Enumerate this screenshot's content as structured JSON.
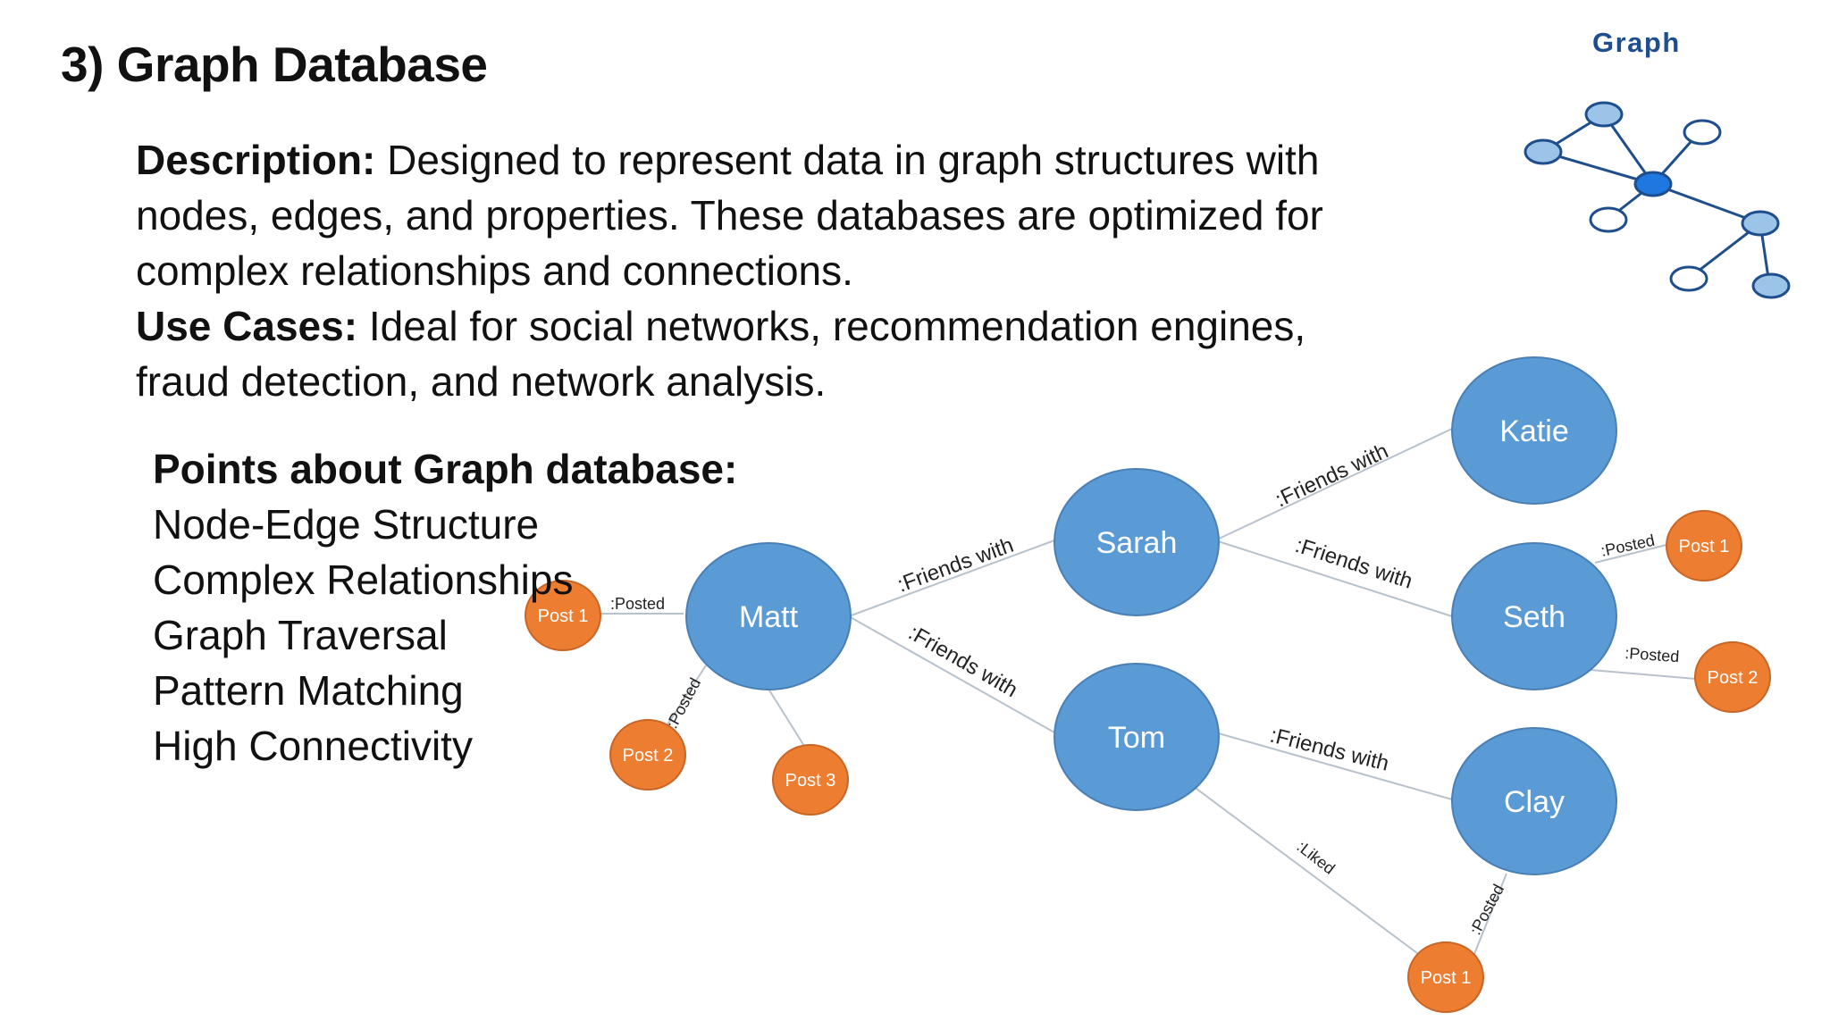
{
  "title": "3) Graph Database",
  "description": {
    "label": "Description:",
    "text": "Designed to represent data in graph structures with nodes, edges, and properties. These databases are optimized for complex relationships and connections."
  },
  "use_cases": {
    "label": "Use Cases:",
    "text": "Ideal for social networks, recommendation engines, fraud detection, and network analysis."
  },
  "points": {
    "heading": "Points about Graph database:",
    "items": [
      "Node-Edge Structure",
      "Complex Relationships",
      "Graph Traversal",
      "Pattern Matching",
      "High Connectivity"
    ]
  },
  "logo": {
    "label": "Graph"
  },
  "graph": {
    "colors": {
      "person": "#5b9bd5",
      "post": "#ed7d31",
      "edge": "#b8c2cc",
      "logo_dark": "#1f4e8c",
      "logo_fill": "#9cc3e8",
      "logo_hub": "#1f78e0"
    },
    "nodes": {
      "matt": "Matt",
      "sarah": "Sarah",
      "tom": "Tom",
      "katie": "Katie",
      "seth": "Seth",
      "clay": "Clay",
      "matt_post1": "Post 1",
      "matt_post2": "Post 2",
      "matt_post3": "Post 3",
      "seth_post1": "Post 1",
      "seth_post2": "Post 2",
      "clay_post1": "Post 1"
    },
    "edges": {
      "matt_sarah": ":Friends with",
      "matt_tom": ":Friends with",
      "sarah_katie": ":Friends with",
      "sarah_seth": ":Friends with",
      "tom_clay": ":Friends with",
      "tom_post_liked": ":Liked",
      "matt_post1": ":Posted",
      "matt_post2": ":Posted",
      "seth_post1": ":Posted",
      "seth_post2": ":Posted",
      "clay_post1": ":Posted"
    }
  }
}
